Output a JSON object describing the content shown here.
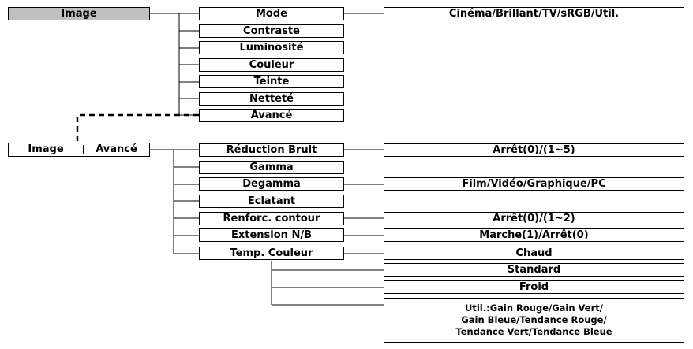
{
  "image_menu": {
    "title": "Image",
    "items": [
      "Mode",
      "Contraste",
      "Luminosité",
      "Couleur",
      "Teinte",
      "Netteté",
      "Avancé"
    ],
    "mode_options": "Cinéma/Brillant/TV/sRGB/Util."
  },
  "advanced_menu": {
    "title_left": "Image",
    "title_right": "Avancé",
    "items": [
      "Réduction Bruit",
      "Gamma",
      "Degamma",
      "Eclatant",
      "Renforc. contour",
      "Extension N/B",
      "Temp. Couleur"
    ],
    "noise_reduction_options": "Arrêt(0)/(1~5)",
    "degamma_options": "Film/Vidéo/Graphique/PC",
    "edge_enhance_options": "Arrêt(0)/(1~2)",
    "bw_extension_options": "Marche(1)/Arrêt(0)",
    "color_temp_options": [
      "Chaud",
      "Standard",
      "Froid"
    ],
    "color_temp_user": [
      "Util.:Gain Rouge/Gain Vert/",
      "Gain Bleue/Tendance Rouge/",
      "Tendance Vert/Tendance Bleue"
    ]
  }
}
